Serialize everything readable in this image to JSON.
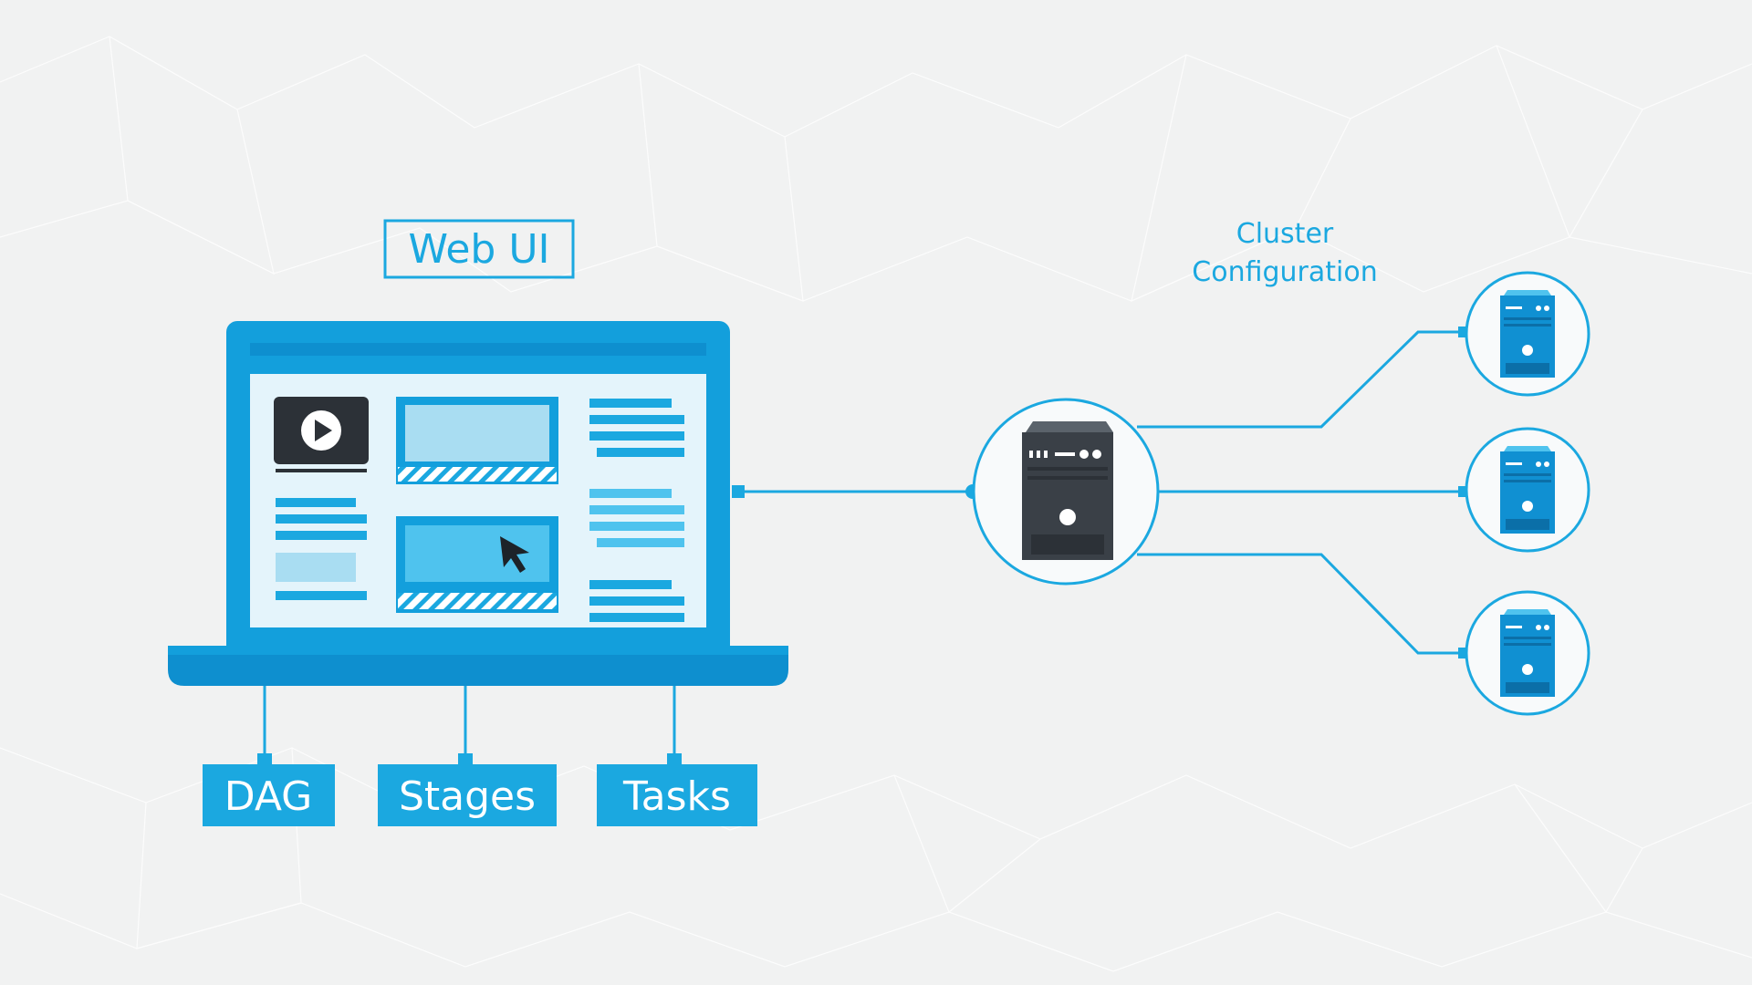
{
  "title_box": {
    "label": "Web UI"
  },
  "cluster": {
    "line1": "Cluster",
    "line2": "Configuration"
  },
  "tabs": [
    {
      "label": "DAG"
    },
    {
      "label": "Stages"
    },
    {
      "label": "Tasks"
    }
  ],
  "colors": {
    "background": "#f1f2f2",
    "accent": "#1ba8e0",
    "accent_dark": "#0e8fcf",
    "laptop_body": "#139fdc",
    "screen_bg": "#e4f4fb",
    "panel_light": "#a9ddf2",
    "server_dark": "#3a4047",
    "server_mid": "#2c3137",
    "server_blue": "#1090d2",
    "white": "#ffffff"
  },
  "icons": {
    "video": "play-icon",
    "cursor": "cursor-icon",
    "main_server": "server-icon",
    "worker_server": "server-icon"
  }
}
